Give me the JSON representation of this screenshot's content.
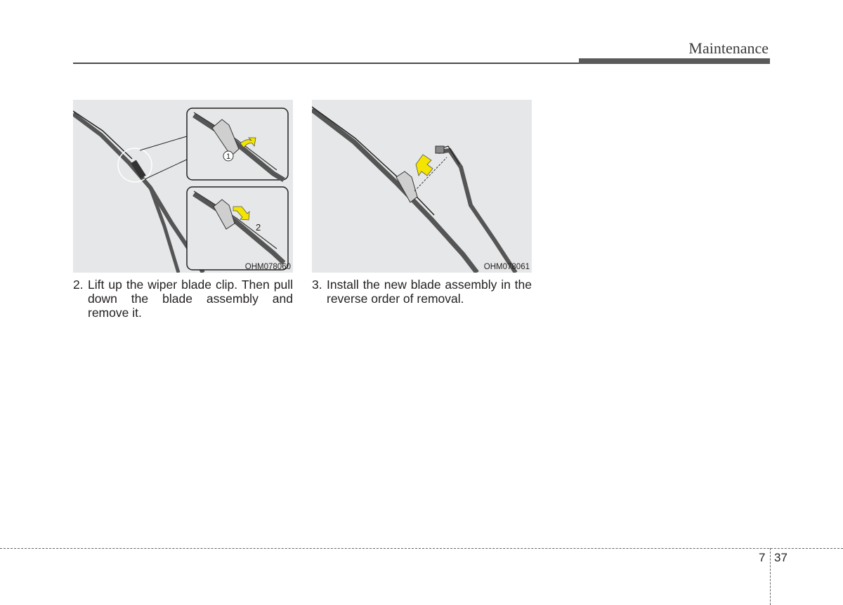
{
  "header": {
    "section_title": "Maintenance"
  },
  "figures": [
    {
      "code": "OHM078060",
      "callouts": [
        "1",
        "2"
      ]
    },
    {
      "code": "OHM078061"
    }
  ],
  "steps": [
    {
      "number": "2.",
      "text": "Lift up the wiper blade clip. Then pull down the blade assembly and remove it."
    },
    {
      "number": "3.",
      "text": "Install the new blade assembly in the reverse order of removal."
    }
  ],
  "footer": {
    "chapter": "7",
    "page": "37"
  },
  "colors": {
    "figure_bg": "#e6e7e8",
    "arrow_yellow": "#f3e500",
    "rule": "#4a4a4a"
  }
}
